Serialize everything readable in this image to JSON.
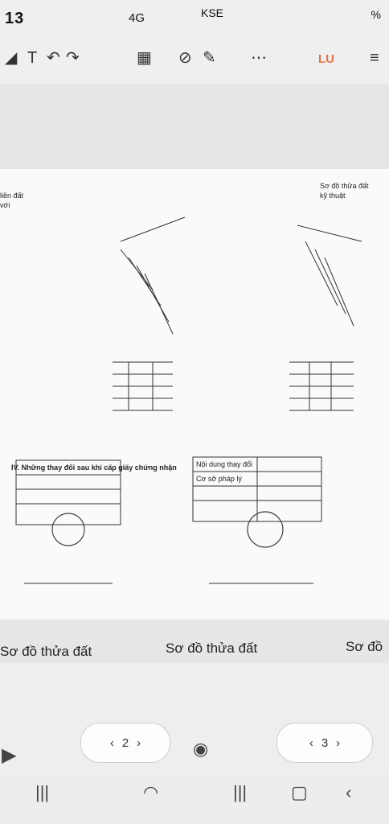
{
  "statusbar": {
    "time": "13",
    "signal": "4G",
    "battery": "%",
    "center_text": "KSE"
  },
  "toolbar": {
    "icons": [
      "back-icon",
      "text-icon",
      "undo-icon",
      "redo-icon",
      "grid-icon",
      "eraser-icon",
      "pen-icon",
      "share-icon",
      "more-icon"
    ],
    "badge": "LU"
  },
  "document": {
    "top_left": "liền đất",
    "top_left2": "với",
    "top_right": "Sơ đồ thửa đất",
    "top_right2": "kỹ thuật",
    "section_title": "IV. Những thay đổi sau khi cấp giấy chứng nhận",
    "row1": "Nội dung thay đổi",
    "row2": "Cơ sở pháp lý",
    "caption_left": "Sơ đồ thửa đất",
    "caption_mid": "Sơ đồ thửa đất",
    "caption_right": "Sơ đồ"
  },
  "controls": {
    "left_pill": "2",
    "right_pill": "3"
  },
  "nav": {
    "icons": [
      "recent-apps-icon",
      "home-icon",
      "back-nav-icon"
    ]
  },
  "colors": {
    "accent": "#e0734a",
    "paper": "#fafafa"
  }
}
